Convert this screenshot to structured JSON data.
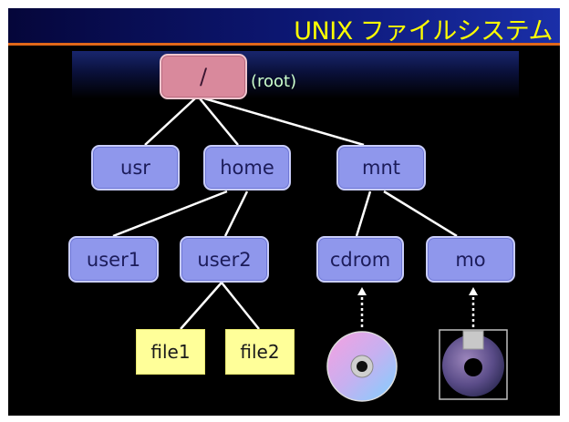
{
  "slide": {
    "title": "UNIX ファイルシステム",
    "colors": {
      "banner": "#0d1877",
      "title": "#ffff00",
      "accent_line": "#e0671a",
      "dir_node": "#8f97ec",
      "root_node": "#d9899c",
      "file_node": "#ffff99",
      "background": "#000000"
    }
  },
  "tree": {
    "root": {
      "label": "/",
      "note": "(root)"
    },
    "level1": [
      "usr",
      "home",
      "mnt"
    ],
    "level2": [
      "user1",
      "user2",
      "cdrom",
      "mo"
    ],
    "files": [
      "file1",
      "file2"
    ],
    "devices": [
      "cd-disc-icon",
      "mo-disk-icon"
    ]
  }
}
